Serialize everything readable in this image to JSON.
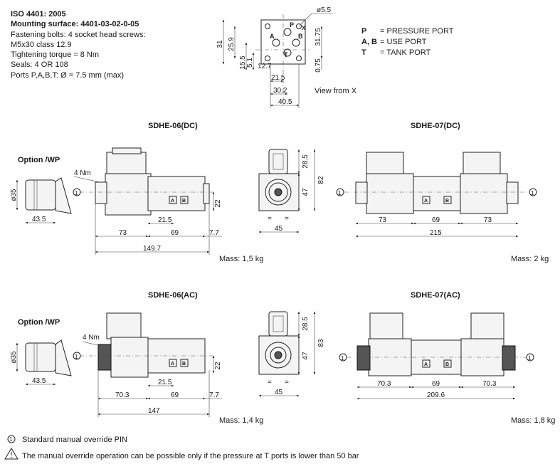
{
  "specs": {
    "line1": "ISO 4401: 2005",
    "line2": "Mounting surface: 4401-03-02-0-05",
    "line3": "Fastening bolts: 4 socket head screws:",
    "line4": "M5x30 class 12.9",
    "line5": "Tightening torque = 8 Nm",
    "line6": "Seals: 4 OR 108",
    "line7": "Ports P,A,B,T: Ø = 7.5 mm (max)"
  },
  "mounting": {
    "d_hole": "ø5.5",
    "d31": "31",
    "d25_9": "25.9",
    "d31_75": "31.75",
    "d15_5": "15.5",
    "d5_1": "5.1",
    "d12_7": "12.7",
    "d0_75": "0.75",
    "d21_5": "21.5",
    "d30_2": "30.2",
    "d40_5": "40.5",
    "view": "View from X",
    "port_p": "P",
    "port_a": "A",
    "port_b": "B",
    "port_t": "T",
    "port_x": "X"
  },
  "legend": {
    "p_key": "P",
    "p_val": "= PRESSURE PORT",
    "ab_key": "A, B",
    "ab_val": "= USE PORT",
    "t_key": "T",
    "t_val": "= TANK PORT"
  },
  "dc": {
    "title06": "SDHE-06(DC)",
    "title07": "SDHE-07(DC)",
    "option": "Option /WP",
    "torque": "4 Nm",
    "d35": "ø35",
    "d43_5": "43.5",
    "d73": "73",
    "d69": "69",
    "d7_7": "7.7",
    "d149_7": "149.7",
    "d21_5": "21.5",
    "d22": "22",
    "d28_5": "28.5",
    "d47": "47",
    "d82": "82",
    "d45": "45",
    "d07_73": "73",
    "d07_69": "69",
    "d07_73b": "73",
    "d215": "215",
    "mass06": "Mass: 1,5 kg",
    "mass07": "Mass: 2 kg",
    "eq": "="
  },
  "ac": {
    "title06": "SDHE-06(AC)",
    "title07": "SDHE-07(AC)",
    "option": "Option /WP",
    "torque": "4 Nm",
    "d35": "ø35",
    "d43_5": "43.5",
    "d70_3": "70.3",
    "d69": "69",
    "d7_7": "7.7",
    "d147": "147",
    "d21_5": "21.5",
    "d22": "22",
    "d28_5": "28.5",
    "d47": "47",
    "d83": "83",
    "d45": "45",
    "d07_70_3": "70.3",
    "d07_69": "69",
    "d07_70_3b": "70.3",
    "d209_6": "209.6",
    "mass06": "Mass: 1,4 kg",
    "mass07": "Mass: 1,8 kg"
  },
  "notes": {
    "marker": "1",
    "note1": "Standard manual override PIN",
    "note2": "The manual override operation can be possible only if the pressure at T ports is lower than 50 bar"
  }
}
